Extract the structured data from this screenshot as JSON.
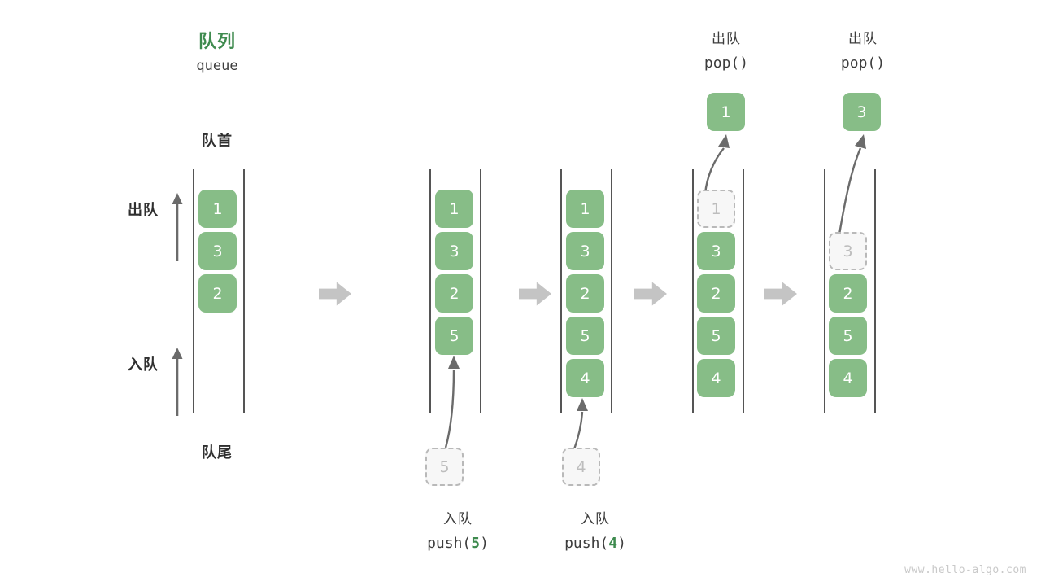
{
  "meta": {
    "watermark": "www.hello-algo.com",
    "accent_green": "#3f8b4f",
    "cell_green": "#87bd87",
    "ghost_gray": "#bdbdbd",
    "arrow_gray": "#c4c4c4",
    "rail_gray": "#555555"
  },
  "header": {
    "title_cn": "队列",
    "title_en": "queue",
    "front_label": "队首",
    "rear_label": "队尾",
    "dequeue_label": "出队",
    "enqueue_label": "入队"
  },
  "steps": [
    {
      "id": "initial",
      "caption_cn": "",
      "caption_code": "",
      "cells": [
        {
          "value": "1",
          "state": "filled",
          "row": 0
        },
        {
          "value": "3",
          "state": "filled",
          "row": 1
        },
        {
          "value": "2",
          "state": "filled",
          "row": 2
        }
      ],
      "incoming": null,
      "popped": null
    },
    {
      "id": "push-5",
      "caption_cn": "入队",
      "caption_code_prefix": "push(",
      "caption_code_num": "5",
      "caption_code_suffix": ")",
      "cells": [
        {
          "value": "1",
          "state": "filled",
          "row": 0
        },
        {
          "value": "3",
          "state": "filled",
          "row": 1
        },
        {
          "value": "2",
          "state": "filled",
          "row": 2
        },
        {
          "value": "5",
          "state": "filled",
          "row": 3
        }
      ],
      "incoming": {
        "value": "5",
        "state": "ghost"
      },
      "popped": null
    },
    {
      "id": "push-4",
      "caption_cn": "入队",
      "caption_code_prefix": "push(",
      "caption_code_num": "4",
      "caption_code_suffix": ")",
      "cells": [
        {
          "value": "1",
          "state": "filled",
          "row": 0
        },
        {
          "value": "3",
          "state": "filled",
          "row": 1
        },
        {
          "value": "2",
          "state": "filled",
          "row": 2
        },
        {
          "value": "5",
          "state": "filled",
          "row": 3
        },
        {
          "value": "4",
          "state": "filled",
          "row": 4
        }
      ],
      "incoming": {
        "value": "4",
        "state": "ghost"
      },
      "popped": null
    },
    {
      "id": "pop-1",
      "caption_cn": "出队",
      "caption_code_prefix": "pop(",
      "caption_code_num": "",
      "caption_code_suffix": ")",
      "cells": [
        {
          "value": "1",
          "state": "ghost",
          "row": 0
        },
        {
          "value": "3",
          "state": "filled",
          "row": 1
        },
        {
          "value": "2",
          "state": "filled",
          "row": 2
        },
        {
          "value": "5",
          "state": "filled",
          "row": 3
        },
        {
          "value": "4",
          "state": "filled",
          "row": 4
        }
      ],
      "incoming": null,
      "popped": {
        "value": "1",
        "state": "filled"
      }
    },
    {
      "id": "pop-3",
      "caption_cn": "出队",
      "caption_code_prefix": "pop(",
      "caption_code_num": "",
      "caption_code_suffix": ")",
      "cells": [
        {
          "value": "3",
          "state": "ghost",
          "row": 1
        },
        {
          "value": "2",
          "state": "filled",
          "row": 2
        },
        {
          "value": "5",
          "state": "filled",
          "row": 3
        },
        {
          "value": "4",
          "state": "filled",
          "row": 4
        }
      ],
      "incoming": null,
      "popped": {
        "value": "3",
        "state": "filled"
      }
    }
  ],
  "separators": [
    "separator-arrow-1",
    "separator-arrow-2",
    "separator-arrow-3",
    "separator-arrow-4"
  ]
}
